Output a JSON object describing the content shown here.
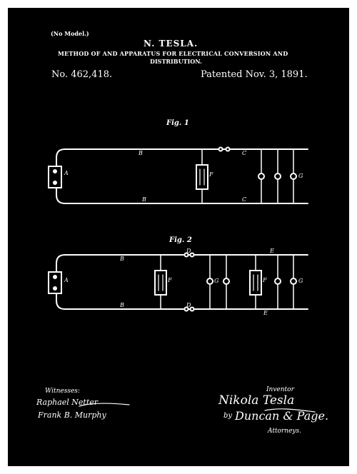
{
  "header": {
    "model_note": "(No Model.)",
    "inventor_name": "N. TESLA.",
    "title_line1": "METHOD OF AND APPARATUS FOR ELECTRICAL CONVERSION AND",
    "title_line2": "DISTRIBUTION.",
    "patent_number": "No. 462,418.",
    "patent_date": "Patented Nov. 3, 1891."
  },
  "figures": {
    "fig1_label": "Fig. 1",
    "fig2_label": "Fig. 2",
    "fig1_letters": {
      "A": "A",
      "B_top": "B",
      "B_bottom": "B",
      "C_top": "C",
      "C_bottom": "C",
      "F": "F",
      "G": "G"
    },
    "fig2_letters": {
      "A": "A",
      "B_top": "B",
      "B_bottom": "B",
      "D_top": "D",
      "D_bottom": "D",
      "E_top": "E",
      "E_bottom": "E",
      "F1": "F",
      "F2": "F",
      "G1": "G",
      "G2": "G"
    }
  },
  "signatures": {
    "witnesses_label": "Witnesses:",
    "witness1": "Raphael Netter",
    "witness2": "Frank B. Murphy",
    "inventor_label": "Inventor",
    "inventor_signature": "Nikola Tesla",
    "attorney_by": "by",
    "attorney_signature": "Duncan & Page.",
    "attorneys_label": "Attorneys."
  },
  "colors": {
    "background": "#000000",
    "ink": "#ffffff",
    "frame": "#ffffff"
  }
}
